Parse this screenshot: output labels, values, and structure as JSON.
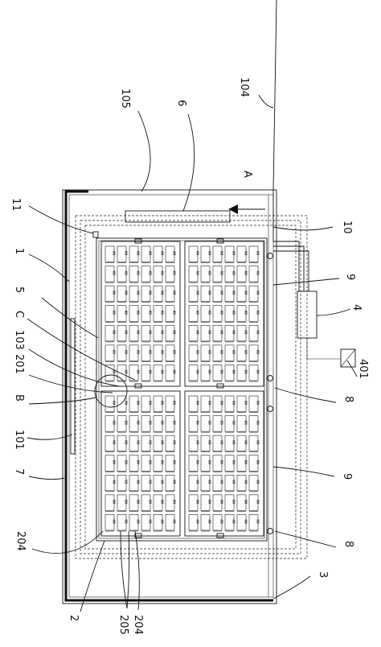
{
  "labels": {
    "l104": "104",
    "l105": "105",
    "l6": "6",
    "lA": "A",
    "l11": "11",
    "l10": "10",
    "l1": "1",
    "l9a": "9",
    "l5": "5",
    "l4": "4",
    "lC": "C",
    "l103": "103",
    "l401": "401",
    "l201": "201",
    "lB": "B",
    "l8a": "8",
    "l101": "101",
    "l9b": "9",
    "l7": "7",
    "l204a": "204",
    "l8b": "8",
    "l3": "3",
    "l2": "2",
    "l205": "205",
    "l204b": "204"
  }
}
